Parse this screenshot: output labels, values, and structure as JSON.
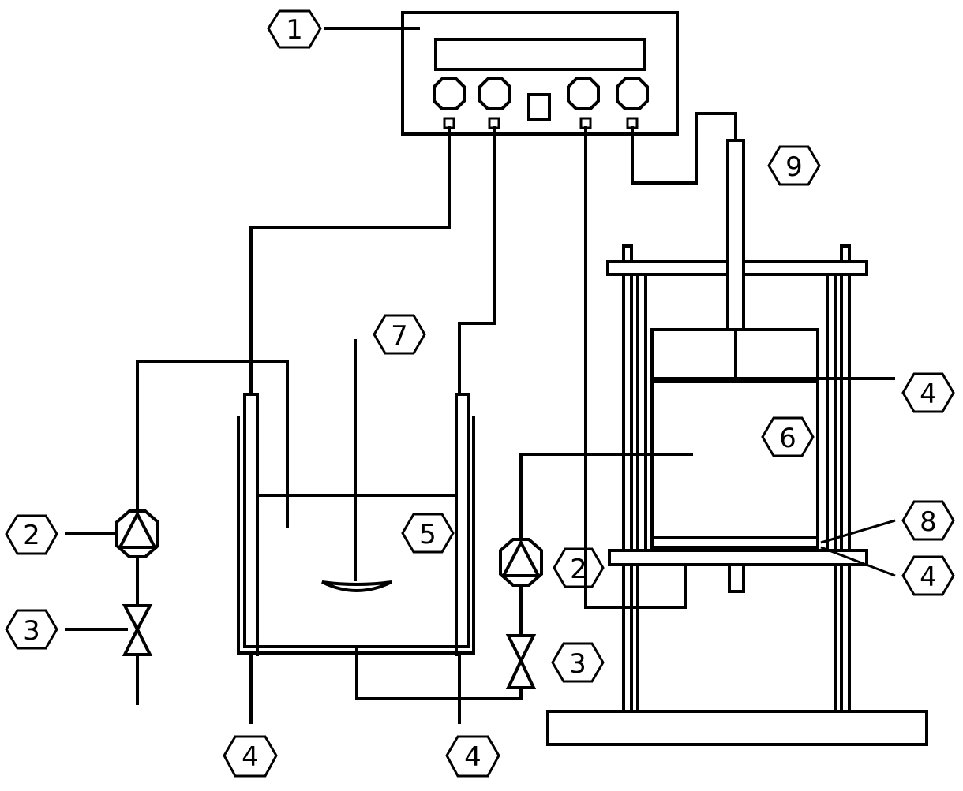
{
  "labels": {
    "controller": "1",
    "pump_left": "2",
    "pump_right": "2",
    "valve_left": "3",
    "valve_right": "3",
    "heater_bottom_left": "4",
    "heater_bottom_right": "4",
    "heater_upper_right": "4",
    "heater_lower_right": "4",
    "tank": "5",
    "mold_cavity": "6",
    "stirrer": "7",
    "sensor": "8",
    "piston_cylinder": "9"
  }
}
